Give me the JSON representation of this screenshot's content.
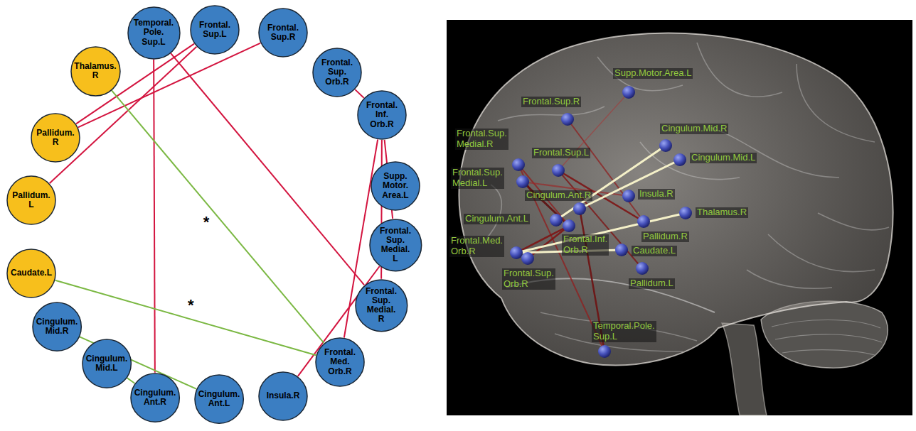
{
  "diagram": {
    "nodes": [
      {
        "text": [
          "Temporal. Pole. Sup.L"
        ]
      },
      {
        "text": [
          "Frontal. Sup.L"
        ]
      },
      {
        "text": [
          "Frontal. Sup.R"
        ]
      },
      {
        "text": [
          "Frontal. Sup. Orb.R"
        ]
      },
      {
        "text": [
          "Frontal. Inf. Orb.R"
        ]
      },
      {
        "text": [
          "Supp. Motor. Area.L"
        ]
      },
      {
        "text": [
          "Frontal. Sup. Medial. L"
        ]
      },
      {
        "text": [
          "Frontal. Sup. Medial. R"
        ]
      },
      {
        "text": [
          "Frontal. Med. Orb.R"
        ]
      },
      {
        "text": [
          "Insula.R"
        ]
      },
      {
        "text": [
          "Cingulum. Ant.L"
        ]
      },
      {
        "text": [
          "Cingulum. Ant.R"
        ]
      },
      {
        "text": [
          "Cingulum. Mid.L"
        ]
      },
      {
        "text": [
          "Cingulum. Mid.R"
        ]
      },
      {
        "text": [
          "Caudate.L"
        ]
      },
      {
        "text": [
          "Pallidum. L"
        ]
      },
      {
        "text": [
          "Pallidum. R"
        ]
      },
      {
        "text": [
          "Thalamus. R"
        ]
      }
    ],
    "edges": [
      {
        "from": 1,
        "to": 16,
        "arrow": "none"
      },
      {
        "from": 2,
        "to": 16,
        "arrow": "none"
      },
      {
        "from": 1,
        "to": 15,
        "arrow": "none"
      },
      {
        "from": 0,
        "to": 11,
        "arrow": "none"
      },
      {
        "from": 0,
        "to": 7,
        "arrow": "none"
      },
      {
        "from": 3,
        "to": 4,
        "arrow": "none"
      },
      {
        "from": 4,
        "to": 6,
        "arrow": "none"
      },
      {
        "from": 4,
        "to": 7,
        "arrow": "none"
      },
      {
        "from": 4,
        "to": 8,
        "arrow": "none"
      },
      {
        "from": 9,
        "to": 6,
        "arrow": "none"
      },
      {
        "from": 17,
        "to": 8,
        "arrow": "none",
        "label": "*"
      },
      {
        "from": 14,
        "to": 8,
        "arrow": "none",
        "label": "*"
      },
      {
        "from": 13,
        "to": 10,
        "arrow": "none"
      },
      {
        "from": 12,
        "to": 11,
        "arrow": "none"
      }
    ],
    "labels": [
      "Supp.Motor.Area.L",
      "Frontal.Sup.R",
      "Cingulum.Mid.R",
      "Frontal.Sup. Medial.R",
      "Frontal.Sup.L",
      "Cingulum.Mid.L",
      "Frontal.Sup. Medial.L",
      "Insula.R",
      "Cingulum.Ant.R",
      "Thalamus.R",
      "Cingulum.Ant.L",
      "Pallidum.R",
      "Frontal.Inf. Orb.R",
      "Frontal.Med. Orb.R",
      "Caudate.L",
      "Frontal.Sup. Orb.R",
      "Pallidum.L",
      "Temporal.Pole. Sup.L"
    ]
  }
}
